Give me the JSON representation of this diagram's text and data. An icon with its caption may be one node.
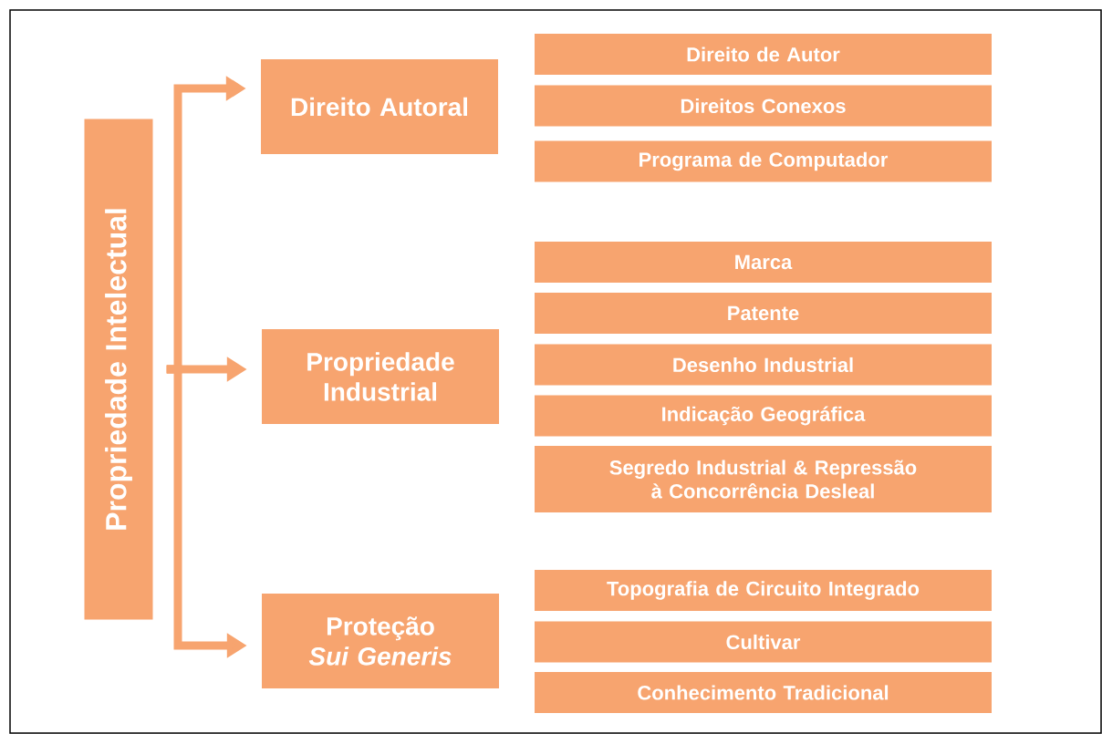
{
  "diagram": {
    "nodes": [
      {
        "text": [
          "Propriedade Intelectual"
        ]
      },
      {
        "text": [
          "Direito Autoral"
        ]
      },
      {
        "text": [
          "Propriedade Industrial"
        ]
      },
      {
        "text": [
          "Proteção *Sui Generis*"
        ]
      },
      {
        "text": [
          "Direito de Autor"
        ]
      },
      {
        "text": [
          "Direitos Conexos"
        ]
      },
      {
        "text": [
          "Programa de Computador"
        ]
      },
      {
        "text": [
          "Marca"
        ]
      },
      {
        "text": [
          "Patente"
        ]
      },
      {
        "text": [
          "Desenho Industrial"
        ]
      },
      {
        "text": [
          "Indicação Geográfica"
        ]
      },
      {
        "text": [
          "Segredo Industrial & Repressão à Concorrência Desleal"
        ]
      },
      {
        "text": [
          "Topografia de Circuito Integrado"
        ]
      },
      {
        "text": [
          "Cultivar"
        ]
      },
      {
        "text": [
          "Conhecimento Tradicional"
        ]
      }
    ],
    "edges": [
      {
        "from": 0,
        "to": 1,
        "arrow": "to"
      },
      {
        "from": 0,
        "to": 2,
        "arrow": "to"
      },
      {
        "from": 0,
        "to": 3,
        "arrow": "to"
      }
    ]
  }
}
